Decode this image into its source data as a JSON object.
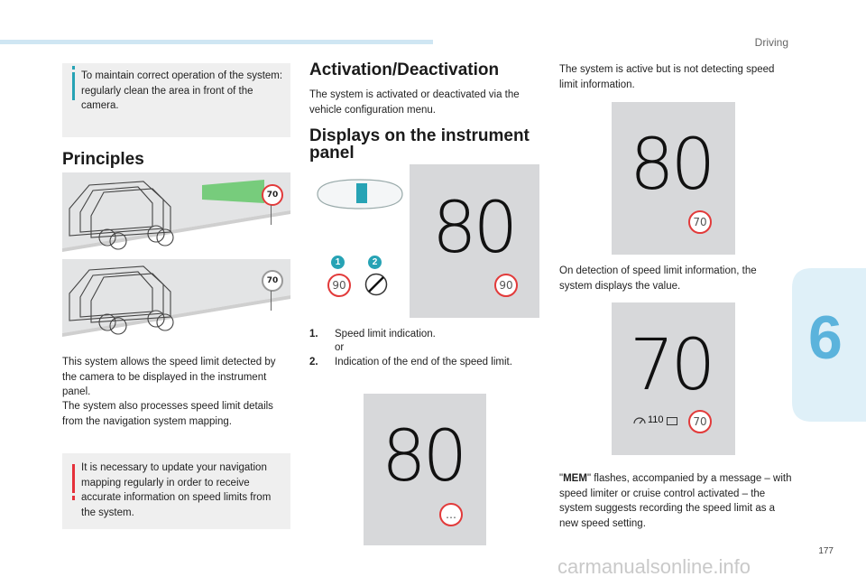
{
  "header": {
    "section": "Driving",
    "page_number": "177",
    "chapter_number": "6"
  },
  "left_col": {
    "info_note": "To maintain correct operation of the system: regularly clean the area in front of the camera.",
    "principles_title": "Principles",
    "sign_top": "70",
    "sign_bottom": "70",
    "body_1": "This system allows the speed limit detected by the camera to be displayed in the instrument panel.",
    "body_2": "The system also processes speed limit details from the navigation system mapping.",
    "warning_note": "It is necessary to update your navigation mapping regularly in order to receive accurate information on speed limits from the system."
  },
  "mid_col": {
    "activation_title": "Activation/Deactivation",
    "activation_text": "The system is activated or deactivated via the vehicle configuration menu.",
    "displays_title_1": "Displays on the instrument",
    "displays_title_2": "panel",
    "panel1": {
      "speed": "80",
      "badge_1": "1",
      "badge_2": "2",
      "sign_1": "90",
      "sign_right": "90"
    },
    "item1_num": "1.",
    "item1_text": "Speed limit indication.",
    "item1_or": "or",
    "item2_num": "2.",
    "item2_text": "Indication of the end of the speed limit.",
    "panel2": {
      "speed": "80",
      "sign": "…"
    }
  },
  "right_col": {
    "text_1": "The system is active but is not detecting speed limit information.",
    "panel3": {
      "speed": "80",
      "sign": "70"
    },
    "text_2": "On detection of speed limit information, the system displays the value.",
    "panel4": {
      "speed": "70",
      "sign": "70",
      "mem_value": "110"
    },
    "mem_bold": "MEM",
    "mem_text": "\" flashes, accompanied by a message – with speed limiter or cruise control activated – the system suggests recording the speed limit as a new speed setting.",
    "quote_open": "\""
  },
  "colors": {
    "accent": "#5bb3dc",
    "info_bar": "#27a3b5",
    "warning": "#e5303a",
    "sign_border": "#e23a3a"
  },
  "watermark": "carmanualsonline.info"
}
